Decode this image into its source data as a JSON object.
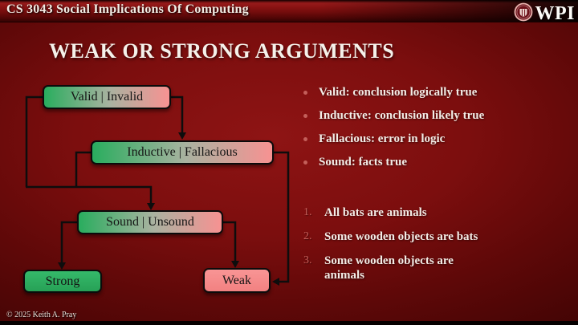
{
  "header": {
    "course_title": "CS 3043 Social Implications Of Computing",
    "logo_text": "WPI"
  },
  "slide": {
    "title": "WEAK OR STRONG ARGUMENTS"
  },
  "flowchart": {
    "nodes": [
      {
        "id": "valid-invalid",
        "label": "Valid | Invalid",
        "style": "green-to-pink-gradient"
      },
      {
        "id": "inductive-fallacious",
        "label": "Inductive | Fallacious",
        "style": "green-to-pink-gradient"
      },
      {
        "id": "sound-unsound",
        "label": "Sound | Unsound",
        "style": "green-to-pink-gradient"
      },
      {
        "id": "strong",
        "label": "Strong",
        "style": "solid-green"
      },
      {
        "id": "weak",
        "label": "Weak",
        "style": "solid-pink"
      }
    ],
    "edges": [
      {
        "from": "valid-invalid",
        "to": "inductive-fallacious"
      },
      {
        "from": "valid-invalid",
        "to": "sound-unsound"
      },
      {
        "from": "inductive-fallacious",
        "to": "sound-unsound"
      },
      {
        "from": "inductive-fallacious",
        "to": "weak"
      },
      {
        "from": "sound-unsound",
        "to": "strong"
      },
      {
        "from": "sound-unsound",
        "to": "weak"
      }
    ]
  },
  "bullets": [
    "Valid: conclusion logically true",
    "Inductive: conclusion likely true",
    "Fallacious: error in logic",
    "Sound: facts true"
  ],
  "numbered": [
    {
      "num": "1.",
      "text": "All bats are animals"
    },
    {
      "num": "2.",
      "text": "Some wooden objects are bats"
    },
    {
      "num": "3.",
      "text": "Some wooden objects are animals"
    }
  ],
  "footer": {
    "copyright": "© 2025 Keith A. Pray"
  },
  "colors": {
    "background_red": "#7c0e0e",
    "node_green": "#29ad5e",
    "node_pink": "#f79292",
    "bullet_accent": "#c35f5a",
    "text_light": "#f3ece6"
  }
}
